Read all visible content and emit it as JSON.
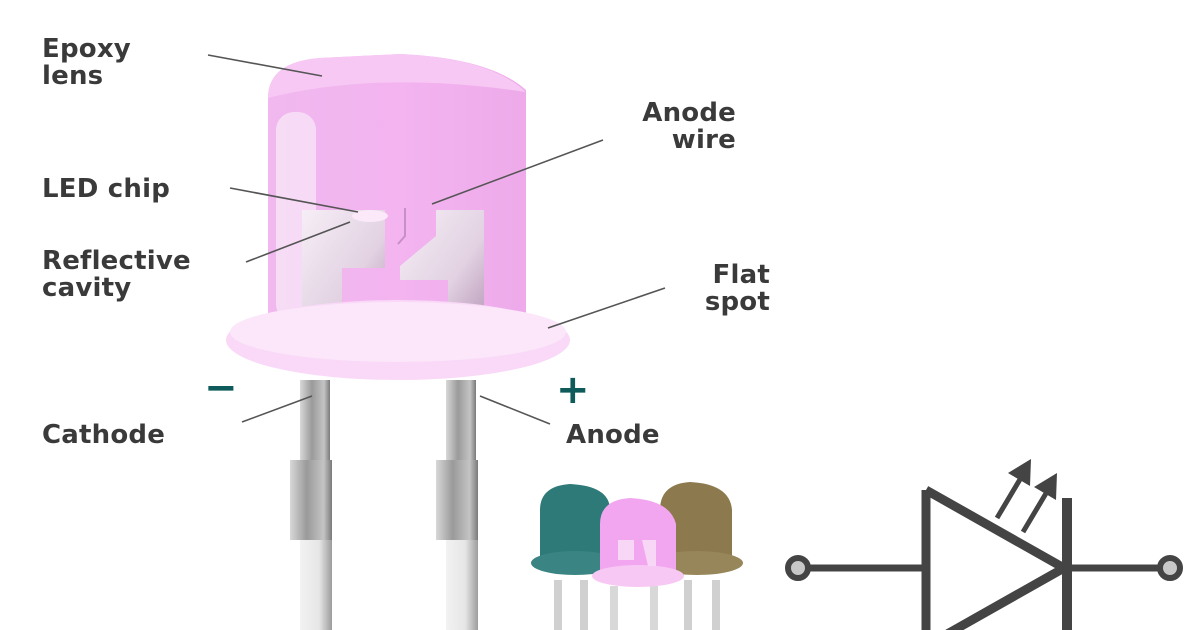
{
  "diagram": {
    "type": "LED anatomy illustration with schematic symbol",
    "labels": {
      "epoxy_lens": [
        "Epoxy",
        "lens"
      ],
      "anode_wire": [
        "Anode",
        "wire"
      ],
      "led_chip": [
        "LED chip"
      ],
      "reflective_cavity": [
        "Reflective",
        "cavity"
      ],
      "flat_spot": [
        "Flat",
        "spot"
      ],
      "cathode": [
        "Cathode"
      ],
      "anode": [
        "Anode"
      ]
    },
    "polarity": {
      "cathode_sign": "−",
      "anode_sign": "+"
    },
    "colors": {
      "led_body": "#f2b3ef",
      "led_rim": "#f9d9f7",
      "lead_metal": "#a8a8a8",
      "text": "#3a3a3a",
      "polarity_sign": "#0f5a5a",
      "small_led_teal": "#2e7a78",
      "small_led_pink": "#f2a6ef",
      "small_led_olive": "#8c7a4e",
      "schematic": "#444444"
    },
    "schematic_symbol": {
      "name": "LED diode symbol",
      "elements": [
        "input terminal",
        "triangle (anode side)",
        "cathode bar",
        "two emission arrows",
        "output terminal"
      ]
    }
  }
}
